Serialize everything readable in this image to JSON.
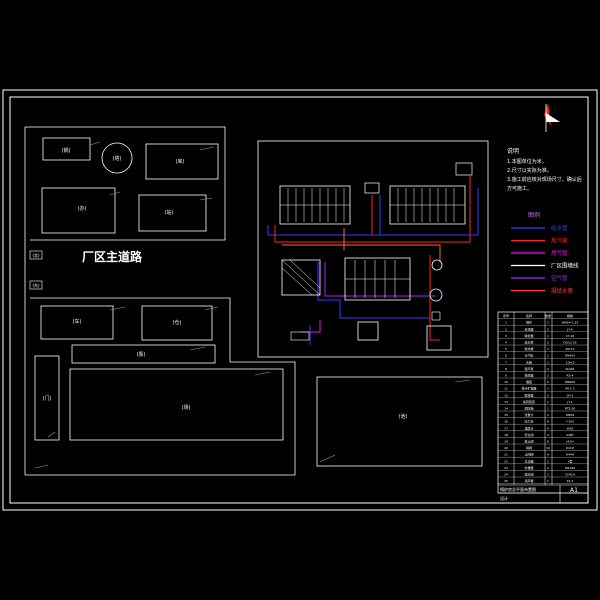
{
  "colors": {
    "background": "#000000",
    "frame": "#ffffff",
    "water_blue": "#3a3aff",
    "steam_red": "#ff2222",
    "gas_magenta": "#ff00ff",
    "road_white": "#ffffff",
    "air_purple": "#aa22ff",
    "pipe_orange": "#ff6633",
    "leader_gold": "#c8a000"
  },
  "road_label": "厂区主道路",
  "notes": {
    "title": "说明",
    "lines": [
      "1.本图单位为米。",
      "2.尺寸以实际为准。",
      "3.施工前应核对现场尺寸，确认后",
      "  方可施工。"
    ]
  },
  "legend": {
    "title": "图例",
    "items": [
      {
        "label": "给水管",
        "color": "#3a3aff"
      },
      {
        "label": "蒸汽管",
        "color": "#ff2222"
      },
      {
        "label": "燃气管",
        "color": "#ff00ff"
      },
      {
        "label": "厂区围墙线",
        "color": "#ffffff"
      },
      {
        "label": "空气管",
        "color": "#aa22ff"
      },
      {
        "label": "凝结水管",
        "color": "#ff3344"
      }
    ]
  },
  "buildings_top": [
    {
      "label": "(锅)"
    },
    {
      "label": "(塔)"
    },
    {
      "label": "(库)"
    },
    {
      "label": "(办)"
    },
    {
      "label": "(站)"
    }
  ],
  "buildings_bottom": [
    {
      "label": "(车)"
    },
    {
      "label": "(仓)"
    },
    {
      "label": "(泵)"
    },
    {
      "label": "(门)"
    },
    {
      "label": "(场)"
    },
    {
      "label": "(池)"
    }
  ],
  "side_tags": [
    "(北)",
    "(东)"
  ],
  "equipment_table": {
    "header": [
      "序号",
      "名称",
      "数量",
      "规格"
    ],
    "rows": [
      [
        "1",
        "锅炉",
        "2",
        "WNS4-1.25"
      ],
      [
        "2",
        "省煤器",
        "2",
        "JY-4"
      ],
      [
        "3",
        "除氧器",
        "1",
        "CY-10"
      ],
      [
        "4",
        "给水泵",
        "2",
        "DG12-25"
      ],
      [
        "5",
        "软水器",
        "1",
        "ZN-10"
      ],
      [
        "6",
        "分汽缸",
        "1",
        "DN400"
      ],
      [
        "7",
        "水箱",
        "1",
        "10m3"
      ],
      [
        "8",
        "循环泵",
        "2",
        "ISG65"
      ],
      [
        "9",
        "燃烧器",
        "2",
        "RS-4"
      ],
      [
        "10",
        "烟囱",
        "1",
        "DN600"
      ],
      [
        "11",
        "排污扩容器",
        "1",
        "PK-1.5"
      ],
      [
        "12",
        "取样器",
        "2",
        "QY-1"
      ],
      [
        "13",
        "加药装置",
        "1",
        "JY-1"
      ],
      [
        "14",
        "调压箱",
        "1",
        "RTZ-50"
      ],
      [
        "15",
        "流量计",
        "1",
        "DN50"
      ],
      [
        "16",
        "压力表",
        "6",
        "Y-100"
      ],
      [
        "17",
        "温度计",
        "4",
        "WSS"
      ],
      [
        "18",
        "安全阀",
        "4",
        "A48Y"
      ],
      [
        "19",
        "截止阀",
        "8",
        "J41H"
      ],
      [
        "20",
        "闸阀",
        "10",
        "Z41H"
      ],
      [
        "21",
        "止回阀",
        "4",
        "H44H"
      ],
      [
        "22",
        "过滤器",
        "2",
        "Y型"
      ],
      [
        "23",
        "补偿器",
        "2",
        "DN100"
      ],
      [
        "24",
        "疏水阀",
        "2",
        "CS41H"
      ],
      [
        "25",
        "消声器",
        "1",
        "XS-1"
      ]
    ]
  },
  "title_block": {
    "drawing_name": "锅炉房总平面布置图",
    "sheet": "A1",
    "designer": "设计"
  }
}
